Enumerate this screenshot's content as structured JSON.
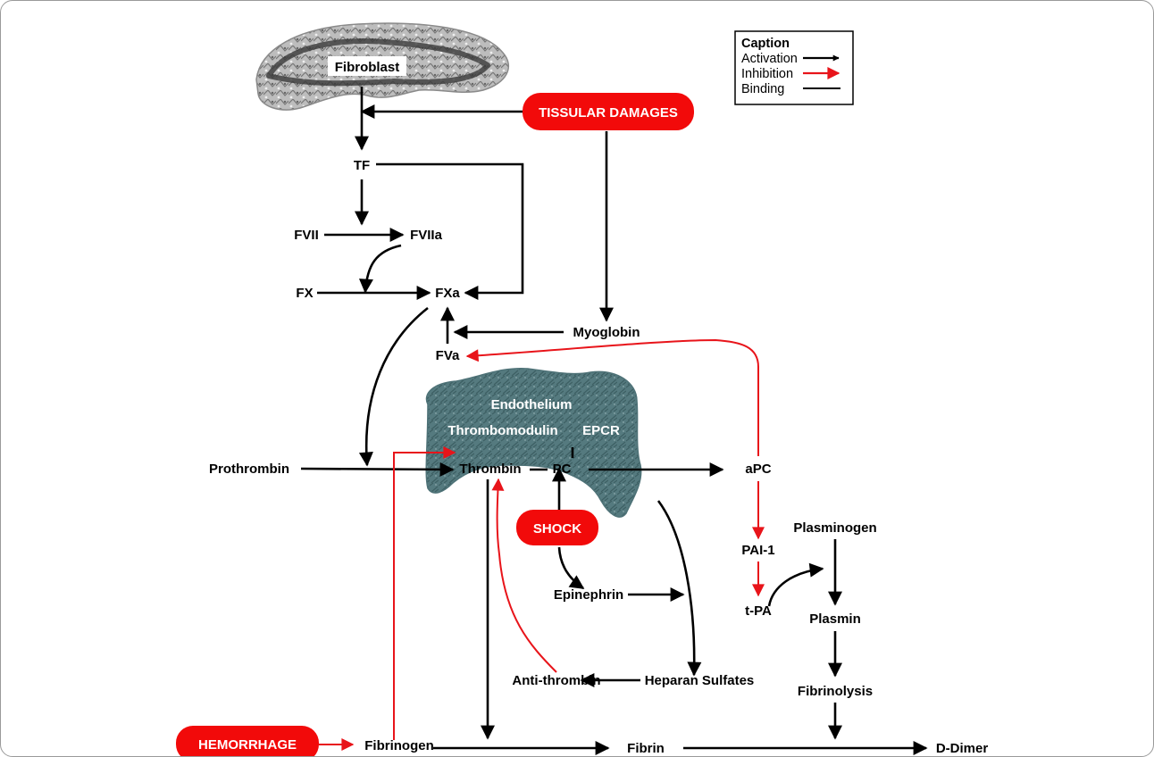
{
  "caption": {
    "title": "Caption",
    "activation": "Activation",
    "inhibition": "Inhibition",
    "binding": "Binding"
  },
  "triggers": {
    "tissular_damages": "TISSULAR DAMAGES",
    "shock": "SHOCK",
    "hemorrhage": "HEMORRHAGE"
  },
  "cells": {
    "fibroblast": "Fibroblast",
    "endothelium": "Endothelium",
    "thrombomodulin": "Thrombomodulin",
    "epcr": "EPCR"
  },
  "nodes": {
    "tf": "TF",
    "fvii": "FVII",
    "fviia": "FVIIa",
    "fx": "FX",
    "fxa": "FXa",
    "myoglobin": "Myoglobin",
    "fva": "FVa",
    "prothrombin": "Prothrombin",
    "thrombin": "Thrombin",
    "pc": "PC",
    "apc": "aPC",
    "pai1": "PAI-1",
    "plasminogen": "Plasminogen",
    "tpa": "t-PA",
    "plasmin": "Plasmin",
    "fibrinolysis": "Fibrinolysis",
    "epinephrin": "Epinephrin",
    "antithrombin": "Anti-thrombin",
    "heparan_sulfates": "Heparan Sulfates",
    "fibrinogen": "Fibrinogen",
    "fibrin": "Fibrin",
    "ddimer": "D-Dimer"
  },
  "colors": {
    "activation": "#000000",
    "inhibition": "#e8141a",
    "trigger_fill": "#f20a0a",
    "endothelium": "#4e7277",
    "fibroblast": "#9a9a9a"
  }
}
